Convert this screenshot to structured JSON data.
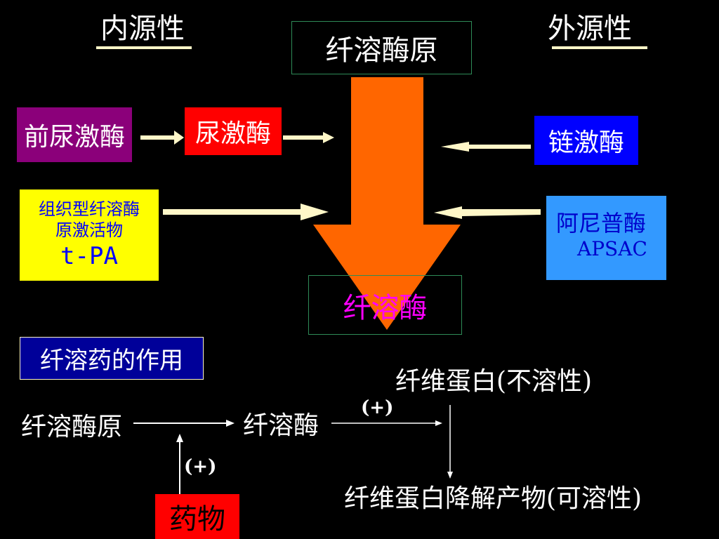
{
  "headings": {
    "endogenous": "内源性",
    "exogenous": "外源性"
  },
  "top": {
    "plasminogen": "纤溶酶原",
    "plasmin": "纤溶酶"
  },
  "left": {
    "prourokinase": "前尿激酶",
    "urokinase": "尿激酶",
    "tpa_line1": "组织型纤溶酶",
    "tpa_line2": "原激活物",
    "tpa_line3": "t-PA"
  },
  "right": {
    "streptokinase": "链激酶",
    "apsac_line1": "阿尼普酶",
    "apsac_line2": "APSAC"
  },
  "bottom": {
    "title": "纤溶药的作用",
    "plasminogen": "纤溶酶原",
    "plasmin": "纤溶酶",
    "plus_top": "(+)",
    "plus_left": "(+)",
    "fibrin": "纤维蛋白(不溶性)",
    "products": "纤维蛋白降解产物(可溶性)",
    "drug": "药物"
  },
  "colors": {
    "background": "#000000",
    "purple": "#8b007a",
    "red": "#ff0000",
    "blue": "#0000ff",
    "yellow": "#ffff00",
    "light_blue": "#3399ff",
    "orange": "#ff6600",
    "magenta": "#ff00ff",
    "navy": "#000099",
    "cream": "#fff7c8"
  }
}
